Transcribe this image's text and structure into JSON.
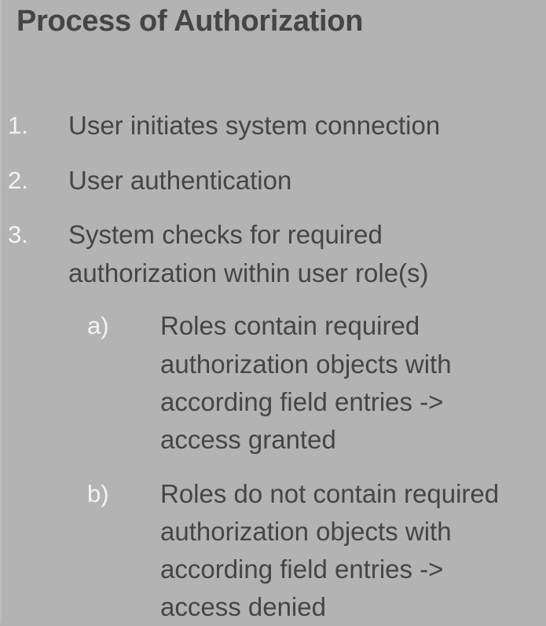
{
  "slide": {
    "title": "Process of Authorization",
    "steps": [
      {
        "marker": "1.",
        "lines": [
          "User initiates system connection"
        ]
      },
      {
        "marker": "2.",
        "lines": [
          "User authentication"
        ]
      },
      {
        "marker": "3.",
        "lines": [
          "System checks for required",
          "authorization within user role(s)"
        ],
        "substeps": [
          {
            "marker": "a)",
            "lines": [
              "Roles contain required",
              "authorization objects with",
              "according field entries ->",
              "access granted"
            ]
          },
          {
            "marker": "b)",
            "lines": [
              "Roles do not contain required",
              "authorization objects with",
              "according field entries ->",
              "access denied"
            ]
          }
        ]
      }
    ]
  },
  "colors": {
    "background": "#b3b3b3",
    "text": "#454545",
    "marker": "#f4f4f4"
  }
}
